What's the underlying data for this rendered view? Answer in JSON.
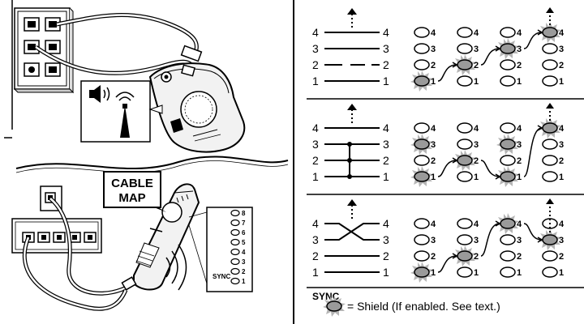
{
  "left": {
    "cable_map_label_line1": "CABLE",
    "cable_map_label_line2": "MAP",
    "panel_leds": [
      "8",
      "7",
      "6",
      "5",
      "4",
      "3",
      "2",
      "1"
    ],
    "sync_label": "SYNC",
    "icons": [
      "speaker-icon",
      "tone-probe-icon",
      "sound-waves-icon"
    ]
  },
  "right": {
    "sections": [
      {
        "name": "straight-through",
        "wire_numbers": [
          "4",
          "3",
          "2",
          "1"
        ],
        "led_labels": [
          "4",
          "3",
          "2",
          "1"
        ],
        "fault": "open-pair-2",
        "lit_sequence": [
          [
            1,
            1
          ],
          [
            2,
            2
          ],
          [
            3,
            3
          ],
          [
            4,
            4
          ]
        ]
      },
      {
        "name": "shorted",
        "wire_numbers": [
          "4",
          "3",
          "2",
          "1"
        ],
        "led_labels": [
          "4",
          "3",
          "2",
          "1"
        ],
        "fault": "short-1-2-3",
        "lit_sequence": [
          [
            1,
            1,
            3
          ],
          [
            2,
            2
          ],
          [
            3,
            1,
            3
          ],
          [
            4,
            4
          ]
        ]
      },
      {
        "name": "crossed",
        "wire_numbers": [
          "4",
          "3",
          "2",
          "1"
        ],
        "led_labels": [
          "4",
          "3",
          "2",
          "1"
        ],
        "fault": "crossed-3-4",
        "lit_sequence": [
          [
            1,
            1
          ],
          [
            2,
            2
          ],
          [
            3,
            4
          ],
          [
            4,
            3
          ]
        ]
      }
    ],
    "legend": {
      "sync_label": "SYNC",
      "shield_text": "= Shield (If enabled. See text.)"
    }
  },
  "colors": {
    "ink": "#000000",
    "led_lit": "#9a9a9a",
    "led_unlit": "#ffffff",
    "tester_body": "#f2f2f2"
  }
}
